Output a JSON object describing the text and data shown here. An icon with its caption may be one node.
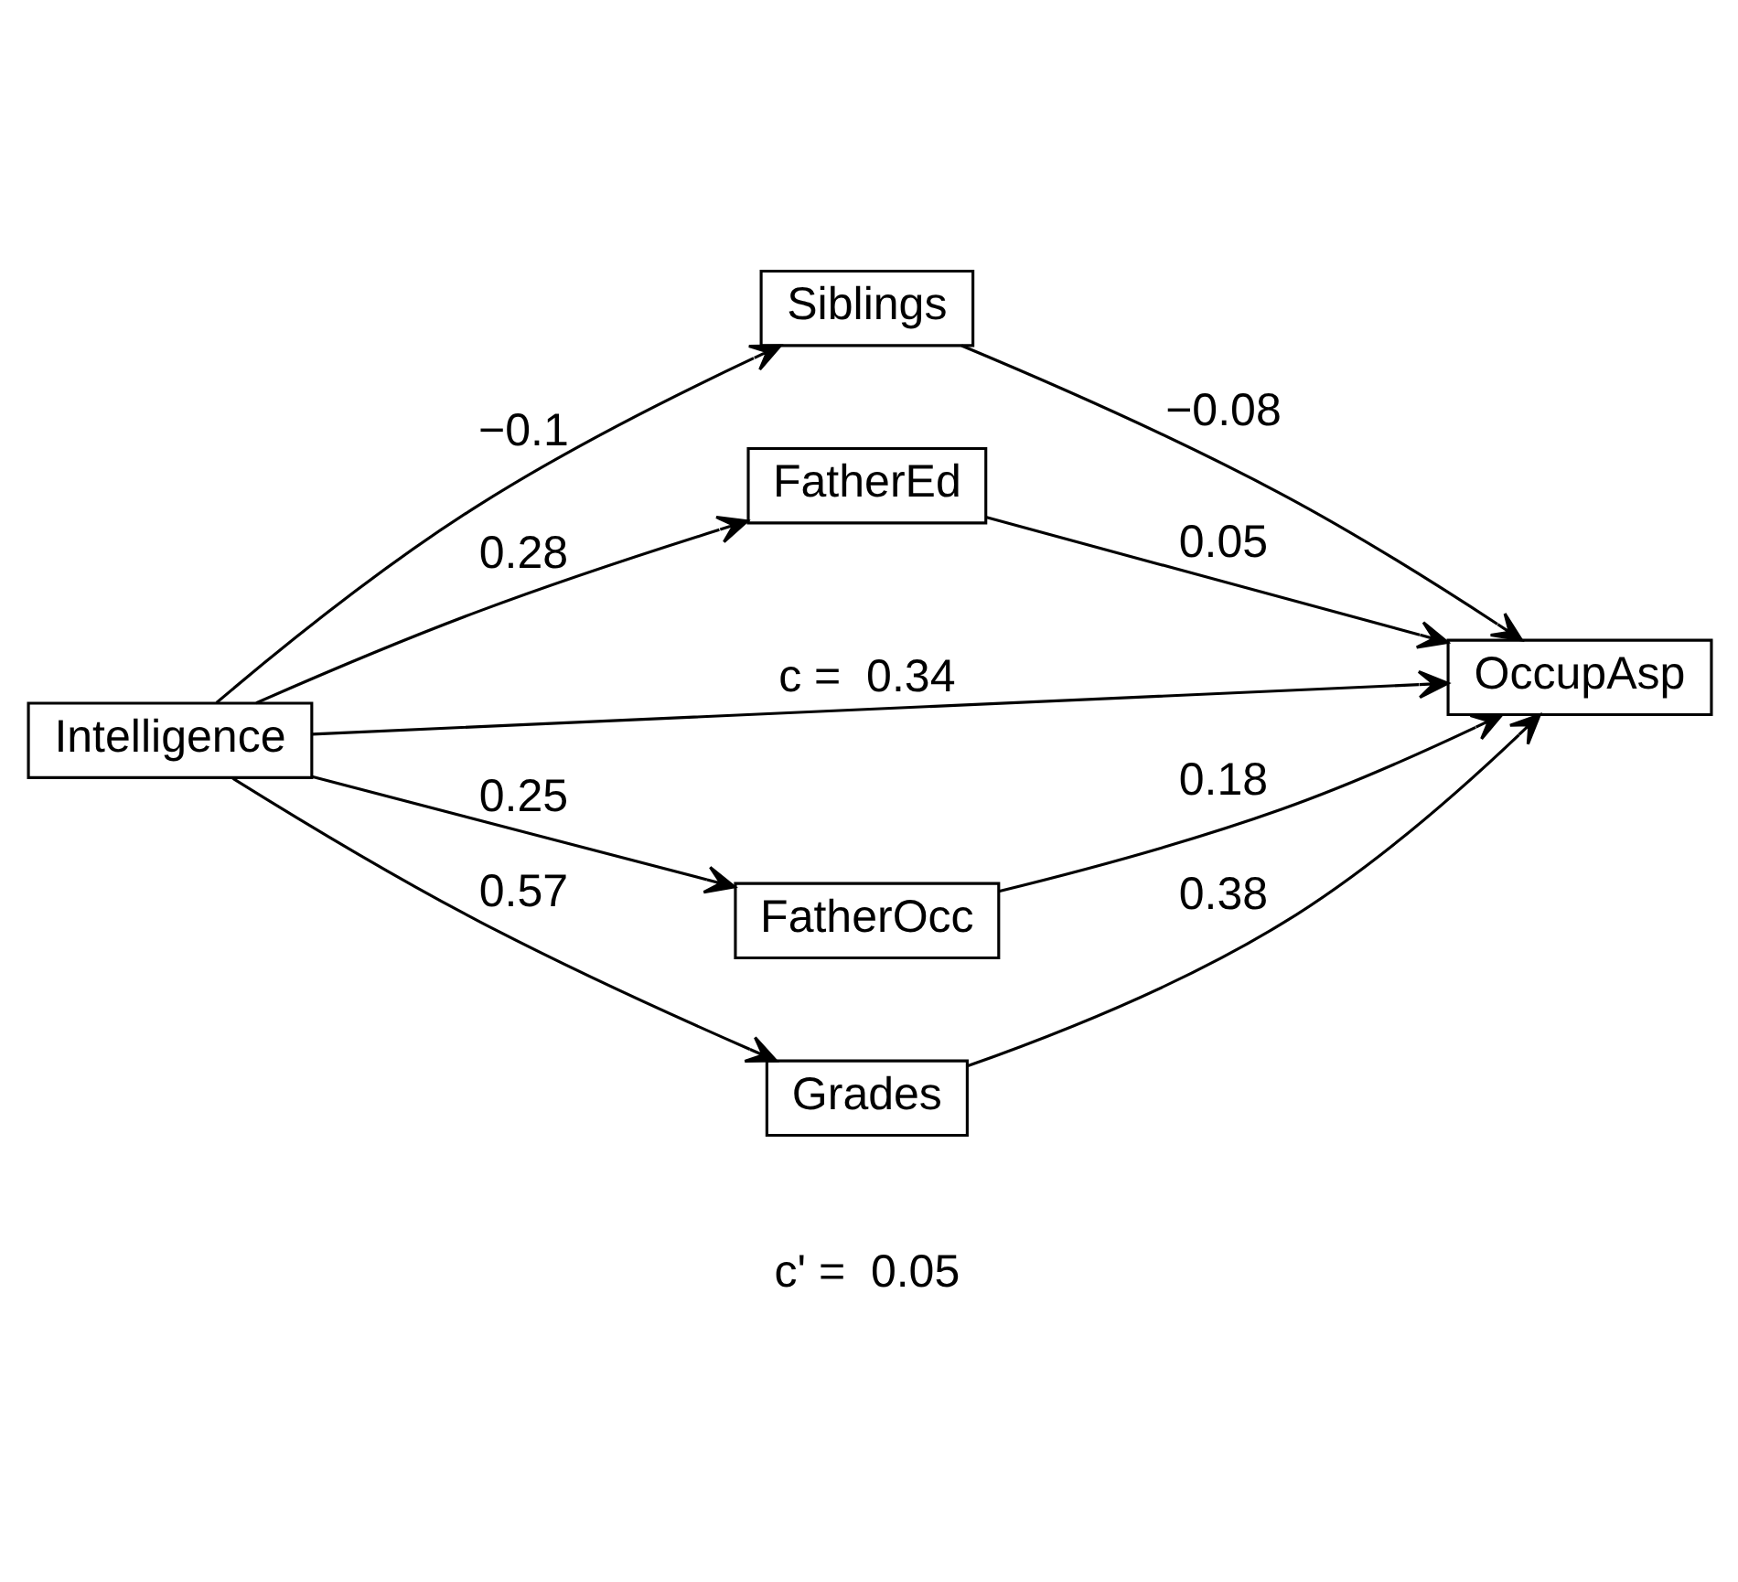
{
  "diagram": {
    "nodes": [
      {
        "text": [
          "Siblings"
        ]
      },
      {
        "text": [
          "FatherEd"
        ]
      },
      {
        "text": [
          "Intelligence"
        ]
      },
      {
        "text": [
          "OccupAsp"
        ]
      },
      {
        "text": [
          "FatherOcc"
        ]
      },
      {
        "text": [
          "Grades"
        ]
      }
    ],
    "edges": [
      {
        "from": 2,
        "to": 0,
        "arrow": "to",
        "label": "−0.1"
      },
      {
        "from": 2,
        "to": 1,
        "arrow": "to",
        "label": "0.28"
      },
      {
        "from": 2,
        "to": 3,
        "arrow": "to",
        "label": "c =  0.34"
      },
      {
        "from": 2,
        "to": 4,
        "arrow": "to",
        "label": "0.25"
      },
      {
        "from": 2,
        "to": 5,
        "arrow": "to",
        "label": "0.57"
      },
      {
        "from": 0,
        "to": 3,
        "arrow": "to",
        "label": "−0.08"
      },
      {
        "from": 1,
        "to": 3,
        "arrow": "to",
        "label": "0.05"
      },
      {
        "from": 4,
        "to": 3,
        "arrow": "to",
        "label": "0.18"
      },
      {
        "from": 5,
        "to": 3,
        "arrow": "to",
        "label": "0.38"
      }
    ],
    "labels": [
      "c' =  0.05"
    ]
  }
}
